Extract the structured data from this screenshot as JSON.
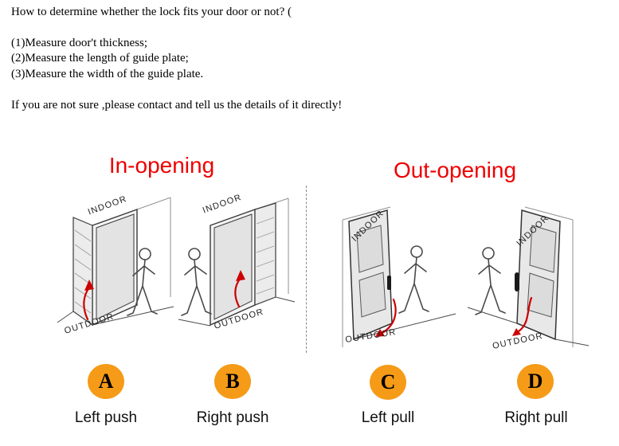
{
  "intro": {
    "title": "How to determine whether the lock fits your door or not? (",
    "steps": [
      "(1)Measure door't thickness;",
      "(2)Measure the length of guide plate;",
      "(3)Measure the width of the guide plate."
    ],
    "note": "If you are not sure ,please contact and tell us the details of it directly!"
  },
  "sections": {
    "in_opening": {
      "title": "In-opening"
    },
    "out_opening": {
      "title": "Out-opening"
    }
  },
  "diagrams": [
    {
      "letter": "A",
      "caption": "Left push",
      "indoor_label": "INDOOR",
      "outdoor_label": "OUTDOOR"
    },
    {
      "letter": "B",
      "caption": "Right push",
      "indoor_label": "INDOOR",
      "outdoor_label": "OUTDOOR"
    },
    {
      "letter": "C",
      "caption": "Left pull",
      "indoor_label": "INDOOR",
      "outdoor_label": "OUTDOOR"
    },
    {
      "letter": "D",
      "caption": "Right pull",
      "indoor_label": "INDOOR",
      "outdoor_label": "OUTDOOR"
    }
  ],
  "colors": {
    "heading_red": "#ee0000",
    "badge_orange": "#f59b18",
    "arrow_red": "#cc0000",
    "ink": "#111111"
  }
}
